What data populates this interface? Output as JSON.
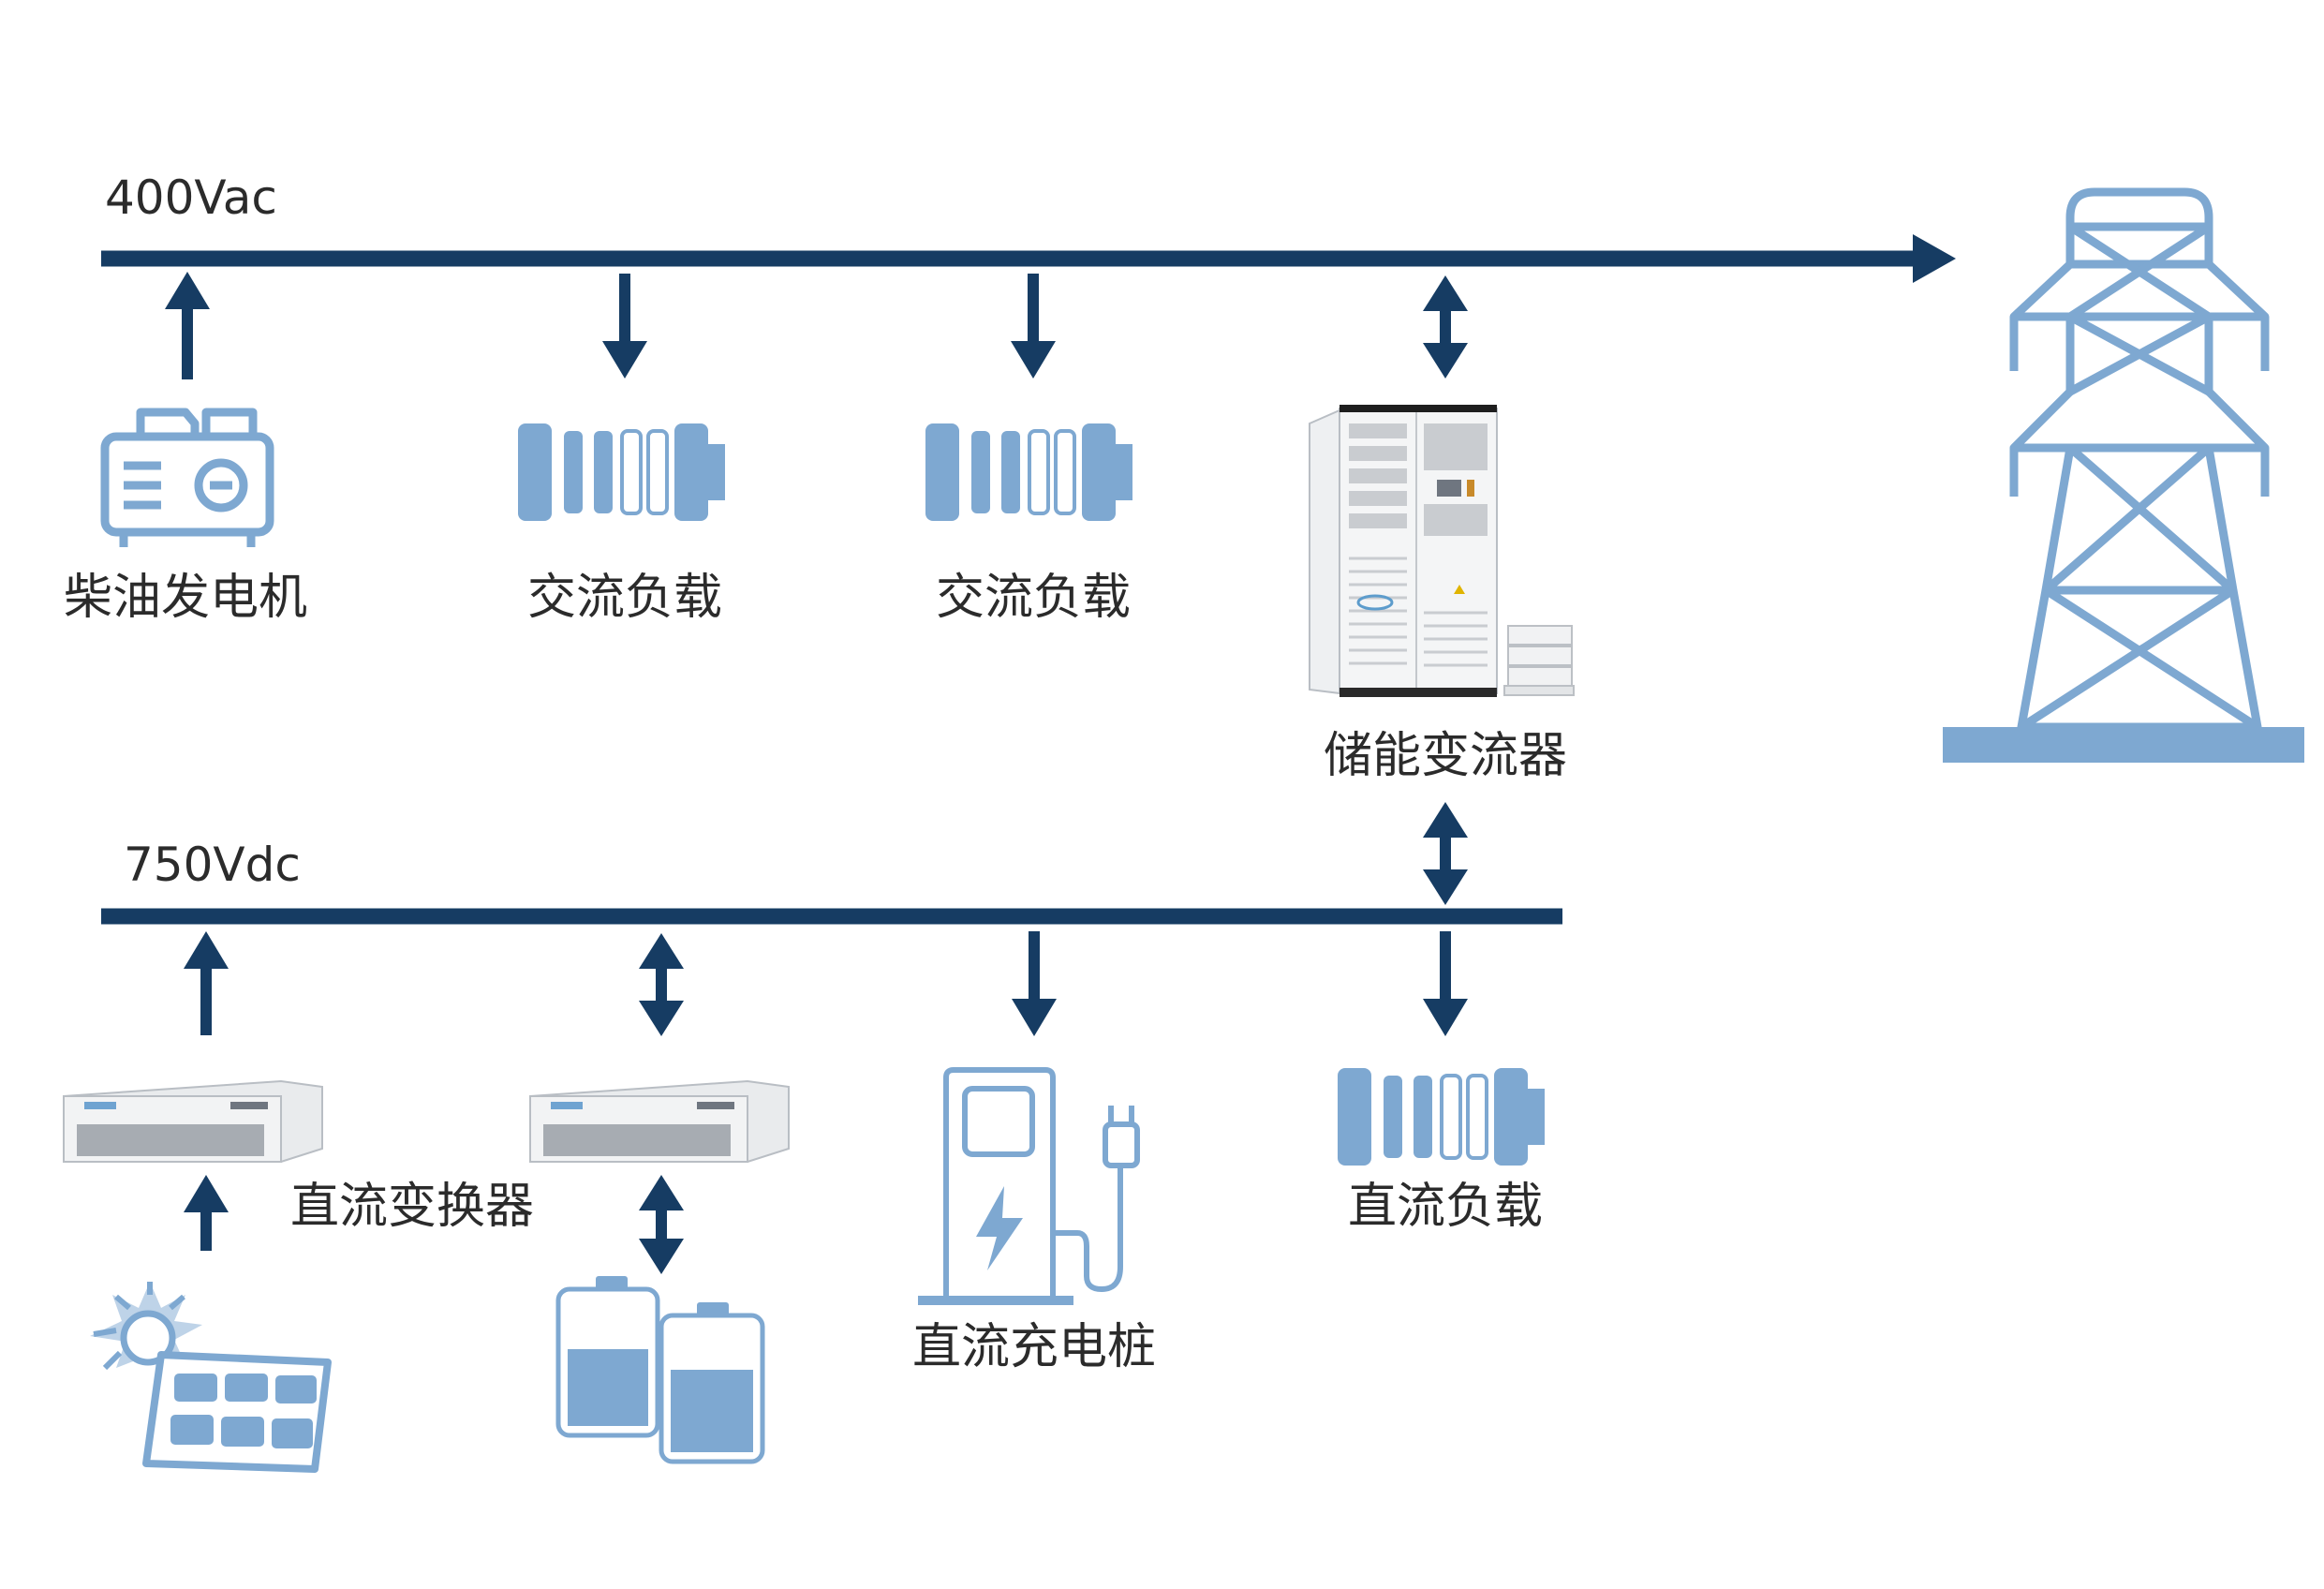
{
  "buses": {
    "ac": {
      "label": "400Vac"
    },
    "dc": {
      "label": "750Vdc"
    }
  },
  "devices": {
    "diesel_generator": "柴油发电机",
    "ac_load_1": "交流负载",
    "ac_load_2": "交流负载",
    "energy_storage_pcs": "储能变流器",
    "dc_converter": "直流变换器",
    "dc_charging_pile": "直流充电桩",
    "dc_load": "直流负载"
  },
  "colors": {
    "bus": "#163C63",
    "icon_fill": "#7EA8D1",
    "icon_stroke": "#7EA8D1",
    "text": "#2B2B2B"
  }
}
